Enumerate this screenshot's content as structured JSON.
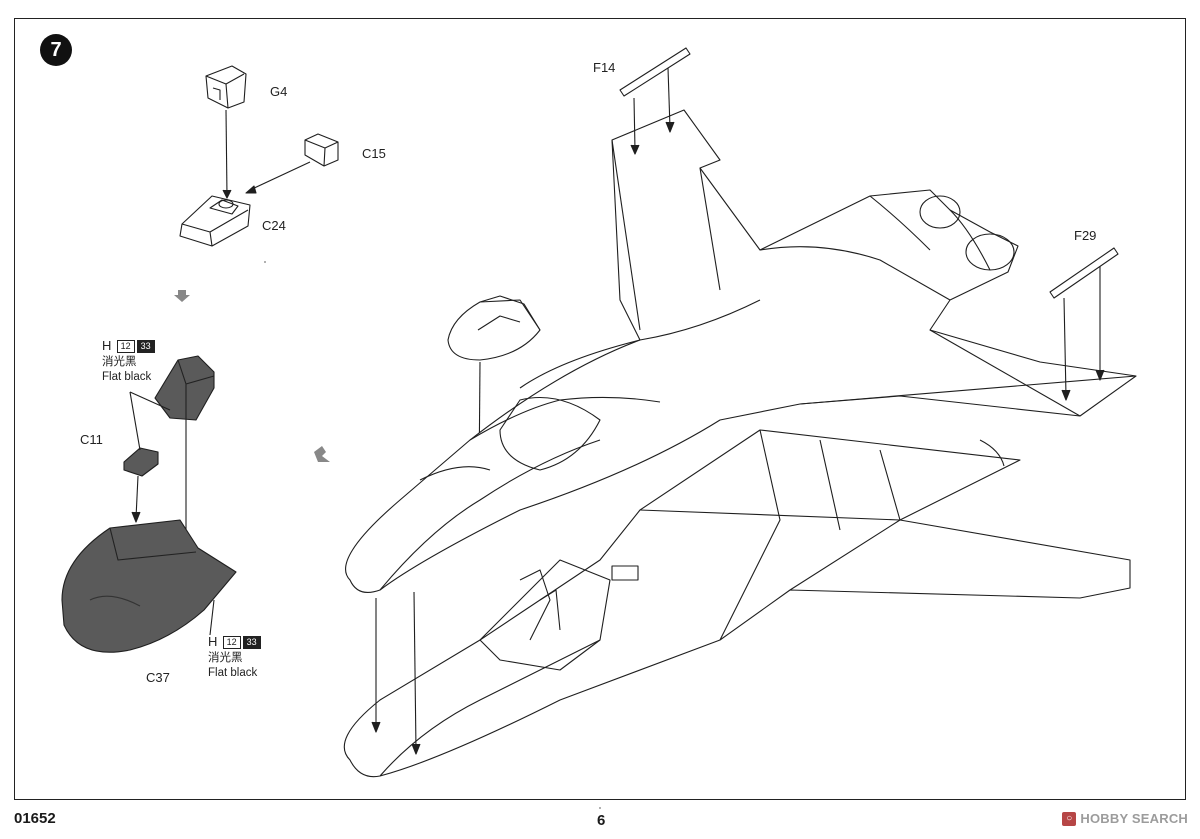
{
  "step": {
    "number": "7"
  },
  "parts": {
    "g4": "G4",
    "c15": "C15",
    "c24": "C24",
    "c11": "C11",
    "c37": "C37",
    "f14": "F14",
    "f29": "F29"
  },
  "paint_notes": [
    {
      "letter": "H",
      "code_a": "12",
      "code_b": "33",
      "chinese": "消光黑",
      "english": "Flat black"
    },
    {
      "letter": "H",
      "code_a": "12",
      "code_b": "33",
      "chinese": "消光黑",
      "english": "Flat black"
    }
  ],
  "footer": {
    "kit_number": "01652",
    "page_number": "6",
    "brand": "HOBBY SEARCH",
    "brand_icon": "hobby-search-logo-icon"
  },
  "colors": {
    "line": "#1f1f1f",
    "part_fill": "#5a5a5a",
    "paper": "#ffffff"
  }
}
